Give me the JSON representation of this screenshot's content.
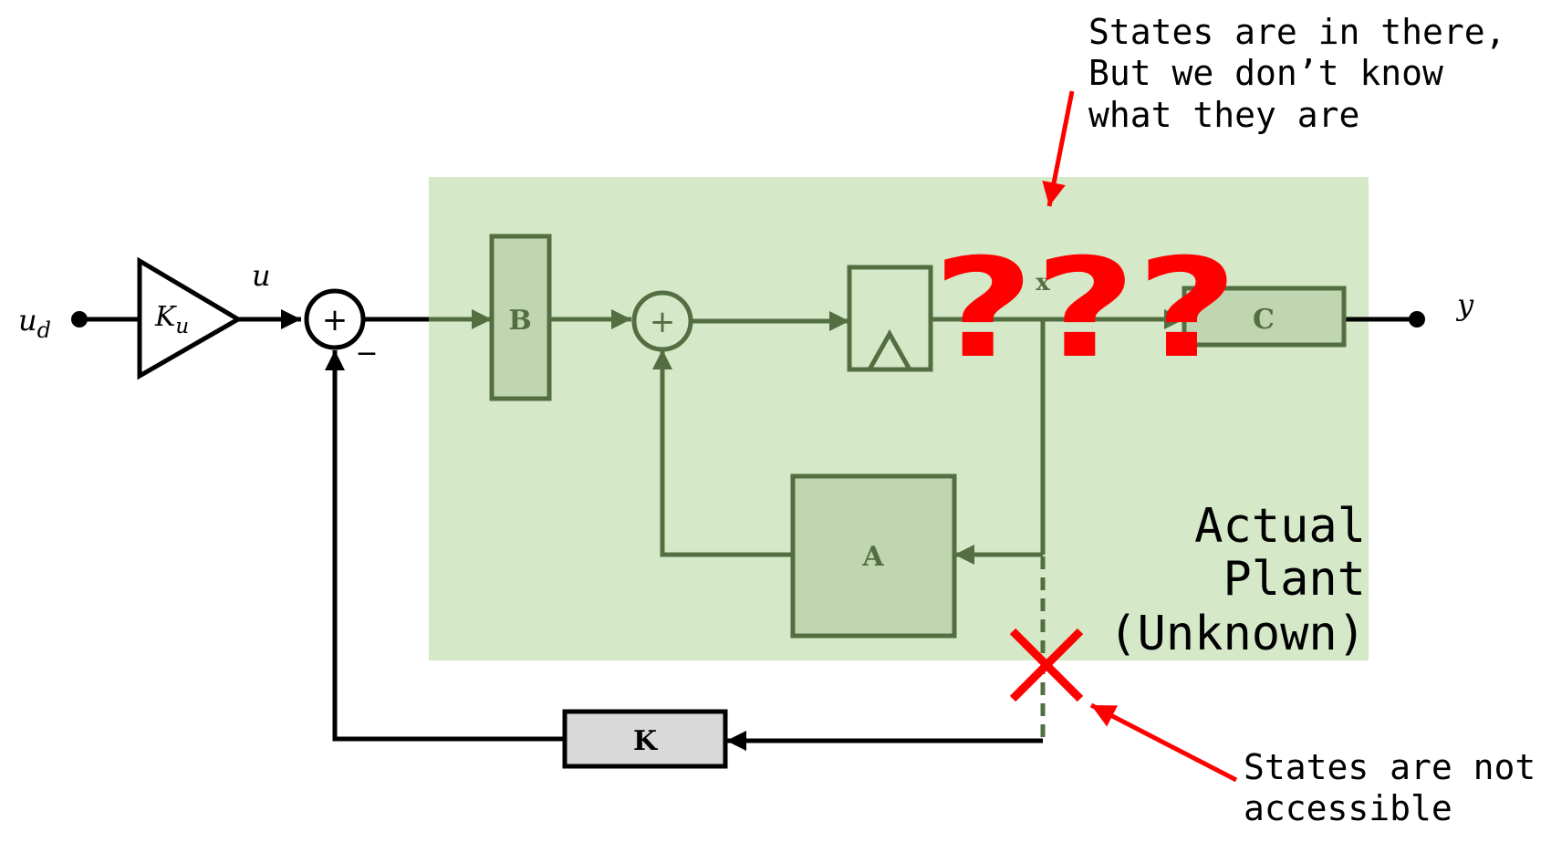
{
  "signals": {
    "ud_main": "u",
    "ud_sub": "d",
    "u": "u",
    "y": "y",
    "x": "x",
    "minus": "−",
    "plus": "+"
  },
  "blocks": {
    "ku_main": "K",
    "ku_sub": "u",
    "b": "B",
    "c": "C",
    "a": "A",
    "k": "K"
  },
  "plant": {
    "line1": "Actual",
    "line2": "Plant",
    "line3": "(Unknown)"
  },
  "question_marks": "???",
  "annotations": {
    "top": [
      "States are in there,",
      "But we don’t know",
      "what they are"
    ],
    "bottom": [
      "States are not",
      "accessible"
    ]
  },
  "colors": {
    "plant_bg": "#d5e8c8",
    "plant_stroke": "#536f42",
    "plant_block_fill": "#c0d6b0",
    "black": "#000000",
    "red": "#ff0000",
    "k_block_fill": "#d9d9d9"
  }
}
